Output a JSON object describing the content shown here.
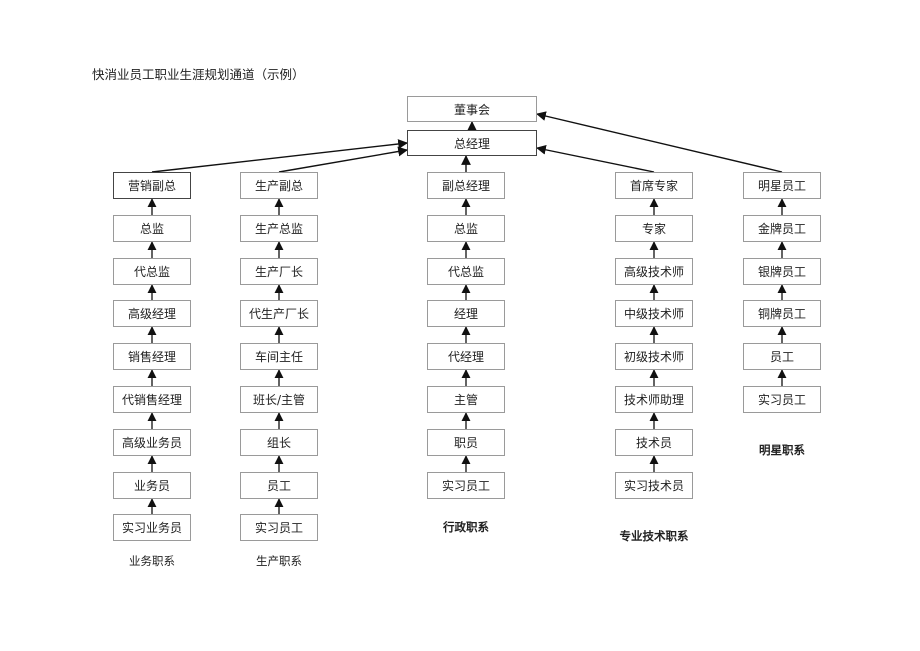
{
  "title": "快消业员工职业生涯规划通道（示例）",
  "top": {
    "board": "董事会",
    "gm": "总经理"
  },
  "tracks": [
    {
      "key": "sales",
      "label": "业务职系",
      "levels": [
        "营销副总",
        "总监",
        "代总监",
        "高级经理",
        "销售经理",
        "代销售经理",
        "高级业务员",
        "业务员",
        "实习业务员"
      ]
    },
    {
      "key": "production",
      "label": "生产职系",
      "levels": [
        "生产副总",
        "生产总监",
        "生产厂长",
        "代生产厂长",
        "车间主任",
        "班长/主管",
        "组长",
        "员工",
        "实习员工"
      ]
    },
    {
      "key": "admin",
      "label": "行政职系",
      "levels": [
        "副总经理",
        "总监",
        "代总监",
        "经理",
        "代经理",
        "主管",
        "职员",
        "实习员工"
      ]
    },
    {
      "key": "tech",
      "label": "专业技术职系",
      "levels": [
        "首席专家",
        "专家",
        "高级技术师",
        "中级技术师",
        "初级技术师",
        "技术师助理",
        "技术员",
        "实习技术员"
      ]
    },
    {
      "key": "star",
      "label": "明星职系",
      "levels": [
        "明星员工",
        "金牌员工",
        "银牌员工",
        "铜牌员工",
        "员工",
        "实习员工"
      ]
    }
  ]
}
